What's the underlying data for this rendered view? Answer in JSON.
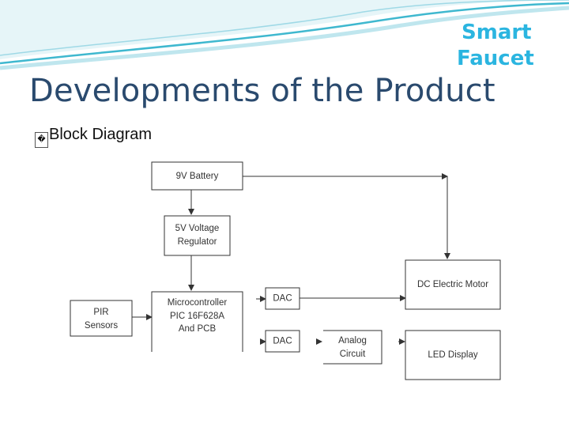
{
  "slide": {
    "title": "Developments of the Product",
    "bullet_glyph": "�",
    "bullet_text": "Block Diagram"
  },
  "logo": {
    "line1": "Smart",
    "line2": "Faucet",
    "color": "#2bb5e0"
  },
  "diagram": {
    "blocks": {
      "battery": [
        "9V Battery"
      ],
      "regulator": [
        "5V Voltage",
        "Regulator"
      ],
      "microcontroller": [
        "Microcontroller",
        "PIC 16F628A",
        "And PCB"
      ],
      "pir": [
        "PIR",
        "Sensors"
      ],
      "dac_top": [
        "DAC"
      ],
      "dac_bottom": [
        "DAC"
      ],
      "analog": [
        "Analog",
        "Circuit"
      ],
      "motor": [
        "DC Electric Motor"
      ],
      "led": [
        "LED Display"
      ]
    }
  },
  "colors": {
    "title": "#2a4a6e",
    "wave_teal": "#3fb8cf",
    "wave_light": "#bfe6ee"
  }
}
